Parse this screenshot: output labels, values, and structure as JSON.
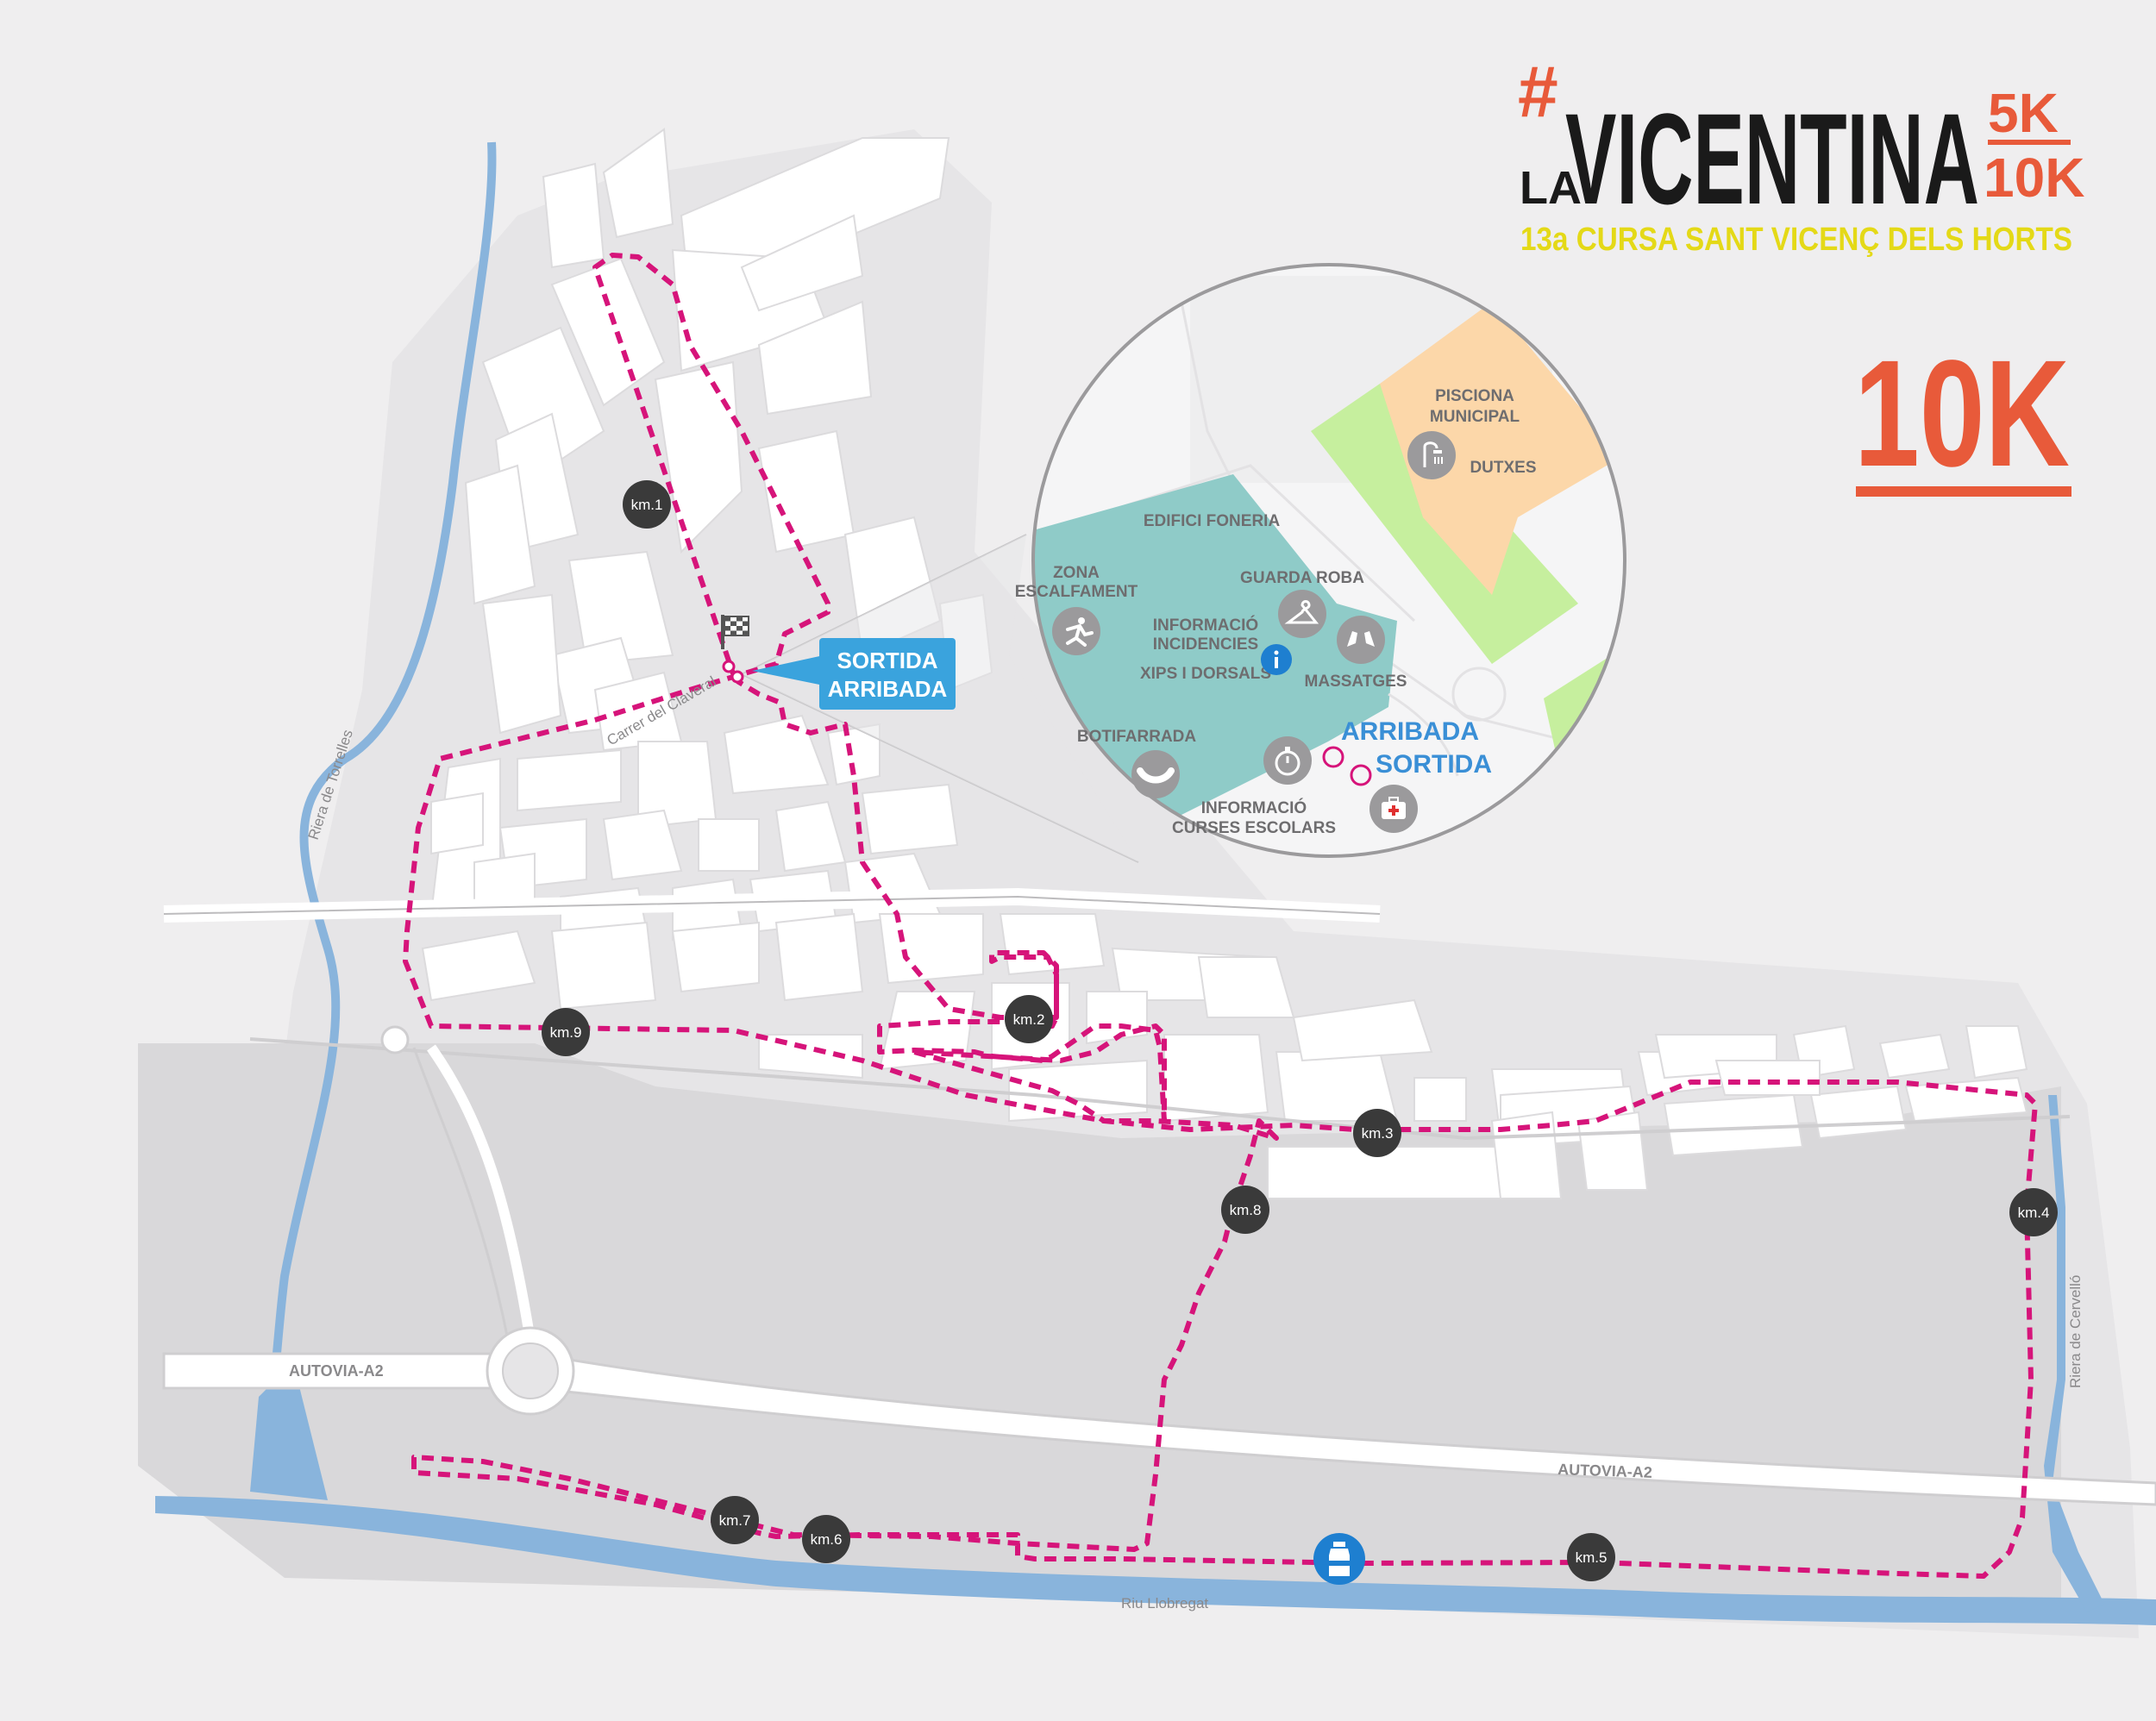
{
  "brand": {
    "hash": "#",
    "la": "LA",
    "name": "VICENTINA",
    "dist_5k": "5K",
    "dist_10k": "10K",
    "subtitle": "13a CURSA SANT VICENÇ DELS HORTS",
    "accent_color": "#e85a3a",
    "subtitle_color": "#e4d917"
  },
  "race_distance": "10K",
  "route_color": "#d6147a",
  "km_markers": [
    {
      "label": "km.1"
    },
    {
      "label": "km.2"
    },
    {
      "label": "km.3"
    },
    {
      "label": "km.4"
    },
    {
      "label": "km.5"
    },
    {
      "label": "km.6"
    },
    {
      "label": "km.7"
    },
    {
      "label": "km.8"
    },
    {
      "label": "km.9"
    }
  ],
  "start_finish_callout": {
    "line1": "SORTIDA",
    "line2": "ARRIBADA",
    "color": "#3aa3dd"
  },
  "labels": {
    "street": "Carrer del Claveral",
    "river_torrelles": "Riera de Torrelles",
    "river_cervello": "Riera de Cervelló",
    "river_llobregat": "Riu Llobregat",
    "highway_1": "AUTOVIA-A2",
    "highway_2": "AUTOVIA-A2"
  },
  "inset": {
    "piscina_line1": "PISCIONA",
    "piscina_line2": "MUNICIPAL",
    "dutxes": "DUTXES",
    "foneria": "EDIFICI FONERIA",
    "zona_line1": "ZONA",
    "zona_line2": "ESCALFAMENT",
    "guarda_roba": "GUARDA ROBA",
    "info_inc_line1": "INFORMACIÓ",
    "info_inc_line2": "INCIDENCIES",
    "xips": "XIPS I DORSALS",
    "massatges": "MASSATGES",
    "botifarrada": "BOTIFARRADA",
    "arribada": "ARRIBADA",
    "sortida": "SORTIDA",
    "info_esc_line1": "INFORMACIÓ",
    "info_esc_line2": "CURSES ESCOLARS"
  },
  "icons": [
    "finish-flag-icon",
    "water-bottle-icon",
    "shower-icon",
    "runner-icon",
    "hanger-icon",
    "info-icon",
    "massage-hands-icon",
    "sausage-icon",
    "stopwatch-icon",
    "first-aid-icon"
  ]
}
